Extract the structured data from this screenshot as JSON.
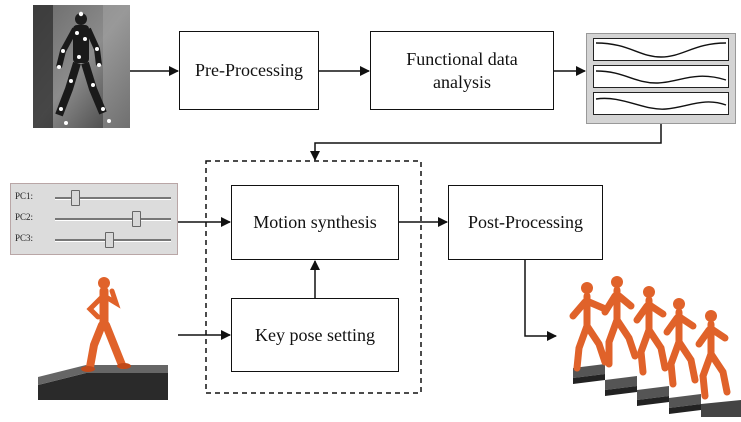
{
  "boxes": {
    "pre_processing": "Pre-Processing",
    "functional_data_analysis": "Functional data analysis",
    "motion_synthesis": "Motion synthesis",
    "post_processing": "Post-Processing",
    "key_pose_setting": "Key pose setting"
  },
  "sliders": [
    {
      "label": "PC1:",
      "value": 0.18
    },
    {
      "label": "PC2:",
      "value": 0.72
    },
    {
      "label": "PC3:",
      "value": 0.48
    }
  ],
  "colors": {
    "figure_orange": "#e0622a",
    "step_dark": "#3a3a3a",
    "line": "#111111"
  },
  "icons": [
    "mocap-photo",
    "waveform-panel",
    "pc-slider-panel",
    "key-pose-figure",
    "stair-walking-sequence"
  ]
}
